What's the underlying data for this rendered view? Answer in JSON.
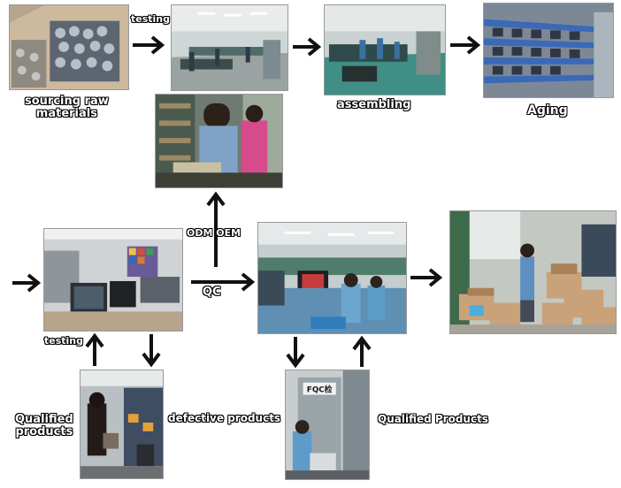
{
  "labels": {
    "testing_top": "testing",
    "sourcing_line1": "sourcing raw",
    "sourcing_line2": "materials",
    "assembling": "assembling",
    "aging": "Aging",
    "odm_oem": "ODM OEM",
    "qc": "QC",
    "testing_mid": "testing",
    "qualified_left_line1": "Qualified",
    "qualified_left_line2": "products",
    "defective": "defective products",
    "qualified_right": "Qualified Products",
    "booth_sign": "FQC检"
  },
  "colors": {
    "arrow": "#111111",
    "label_fill": "#ffffff",
    "label_outline": "#000000",
    "factory_floor": "#3f8f86",
    "warehouse_box": "#c9a27a"
  }
}
